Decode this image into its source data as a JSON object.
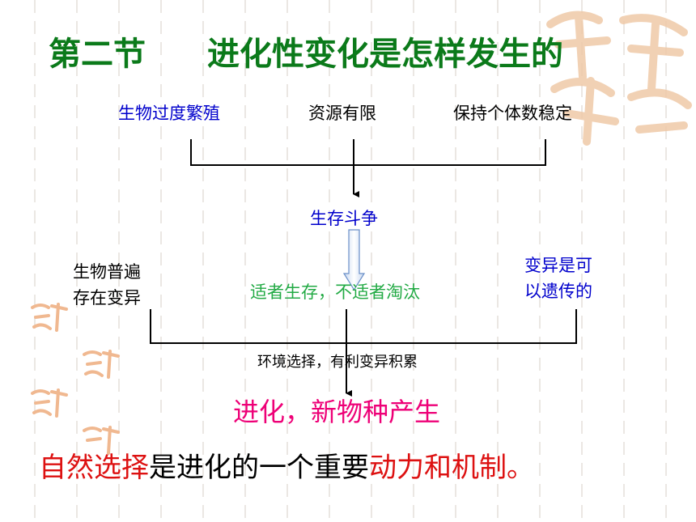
{
  "title": {
    "section": "第二节",
    "topic": "进化性变化是怎样发生的"
  },
  "top_row": {
    "overproduction": "生物过度繁殖",
    "limited_resources": "资源有限",
    "stable_population": "保持个体数稳定"
  },
  "struggle": "生存斗争",
  "left_variation": {
    "line1": "生物普遍",
    "line2": "存在变异"
  },
  "survival": "适者生存，不适者淘汰",
  "right_heritable": {
    "line1": "变异是可",
    "line2": "以遗传的"
  },
  "environment": "环境选择，有利变异积累",
  "result": "进化，新物种产生",
  "conclusion": {
    "part1": "自然选择",
    "part2": "是进化的一个重要",
    "part3": "动力和机制。"
  },
  "colors": {
    "title": "#0b7a1a",
    "blue": "#0000cc",
    "green": "#22aa44",
    "magenta": "#ee0077",
    "red": "#dd1111",
    "seal": "#e8a070"
  }
}
